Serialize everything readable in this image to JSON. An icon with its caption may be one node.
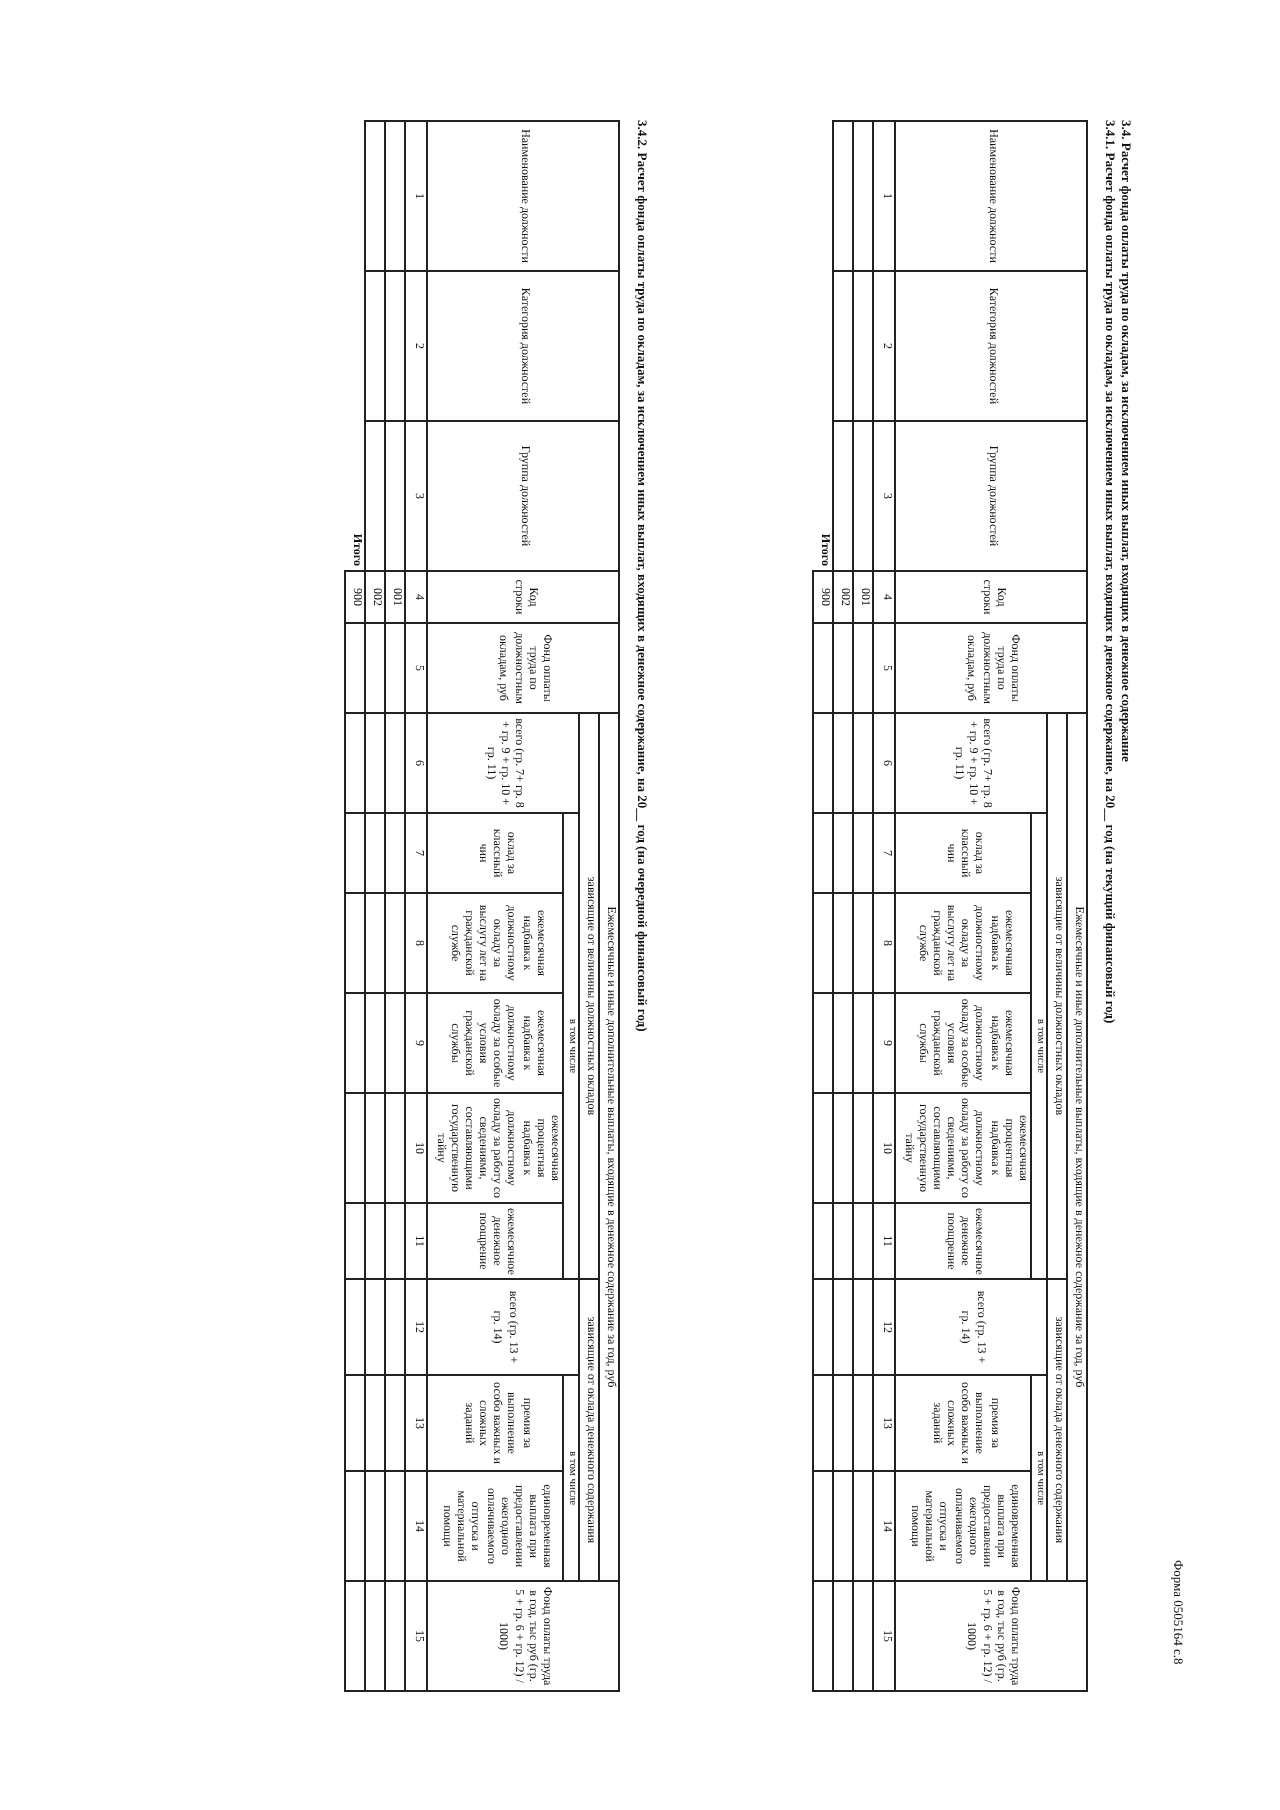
{
  "diagram": {
    "labels": [
      "Форма 0505164 с.8",
      "3.4. Расчет фонда оплаты труда по окладам, за исключением иных выплат, входящих в денежное содержание",
      "3.4.1. Расчет фонда оплаты труда по окладам, за исключением иных выплат, входящих в денежное содержание, на 20__ год (на текущий финансовый год)",
      "Наименование должности",
      "Категория должностей",
      "Группа должностей",
      "Код строки",
      "Фонд оплаты труда по должностным окладам, руб",
      "Ежемесячные и иные дополнительные выплаты, входящие в денежное содержание за год, руб",
      "Фонд оплаты труда в год, тыс руб (гр. 5 + гр. 6 + гр. 12) / 1000)",
      "зависящие от величины должностных окладов",
      "зависящие от оклада денежного содержания",
      "всего (гр. 7+ гр. 8 + гр. 9 + гр. 10 + гр. 11)",
      "в том числе",
      "всего (гр. 13 + гр. 14)",
      "в том числе",
      "оклад за классный чин",
      "ежемесячная надбавка к должностному окладу за выслугу лет на гражданской службе",
      "ежемесячная надбавка к должностному окладу за особые условия гражданской службы",
      "ежемесячная процентная надбавка к должностному окладу за работу со сведениями, составляющими государственную тайну",
      "ежемесячное денежное поощрение",
      "премия за выполнение особо важных и сложных заданий",
      "единовременная выплата при предоставлении ежегодного оплачиваемого отпуска и материальной помощи",
      "1",
      "2",
      "3",
      "4",
      "5",
      "6",
      "7",
      "8",
      "9",
      "10",
      "11",
      "12",
      "13",
      "14",
      "15",
      "001",
      "002",
      "Итого",
      "900",
      "3.4.2. Расчет фонда оплаты труда по окладам, за исключением иных выплат, входящих в денежное содержание, на 20__ год (на очередной финансовый год)",
      "Наименование должности",
      "Категория должностей",
      "Группа должностей",
      "Код строки",
      "Фонд оплаты труда по должностным окладам, руб",
      "Ежемесячные и иные дополнительные выплаты, входящие в денежное содержание за год, руб",
      "Фонд оплаты труда в год, тыс руб (гр. 5 + гр. 6 + гр. 12) / 1000)",
      "зависящие от величины должностных окладов",
      "зависящие от оклада денежного содержания",
      "всего (гр. 7+ гр. 8 + гр. 9 + гр. 10 + гр. 11)",
      "в том числе",
      "всего (гр. 13 + гр. 14)",
      "в том числе",
      "оклад за классный чин",
      "ежемесячная надбавка к должностному окладу за выслугу лет на гражданской службе",
      "ежемесячная надбавка к должностному окладу за особые условия гражданской службы",
      "ежемесячная процентная надбавка к должностному окладу за работу со сведениями, составляющими государственную тайну",
      "ежемесячное денежное поощрение",
      "премия за выполнение особо важных и сложных заданий",
      "единовременная выплата при предоставлении ежегодного оплачиваемого отпуска и материальной помощи",
      "1",
      "2",
      "3",
      "4",
      "5",
      "6",
      "7",
      "8",
      "9",
      "10",
      "11",
      "12",
      "13",
      "14",
      "15",
      "001",
      "002",
      "Итого",
      "900"
    ]
  }
}
